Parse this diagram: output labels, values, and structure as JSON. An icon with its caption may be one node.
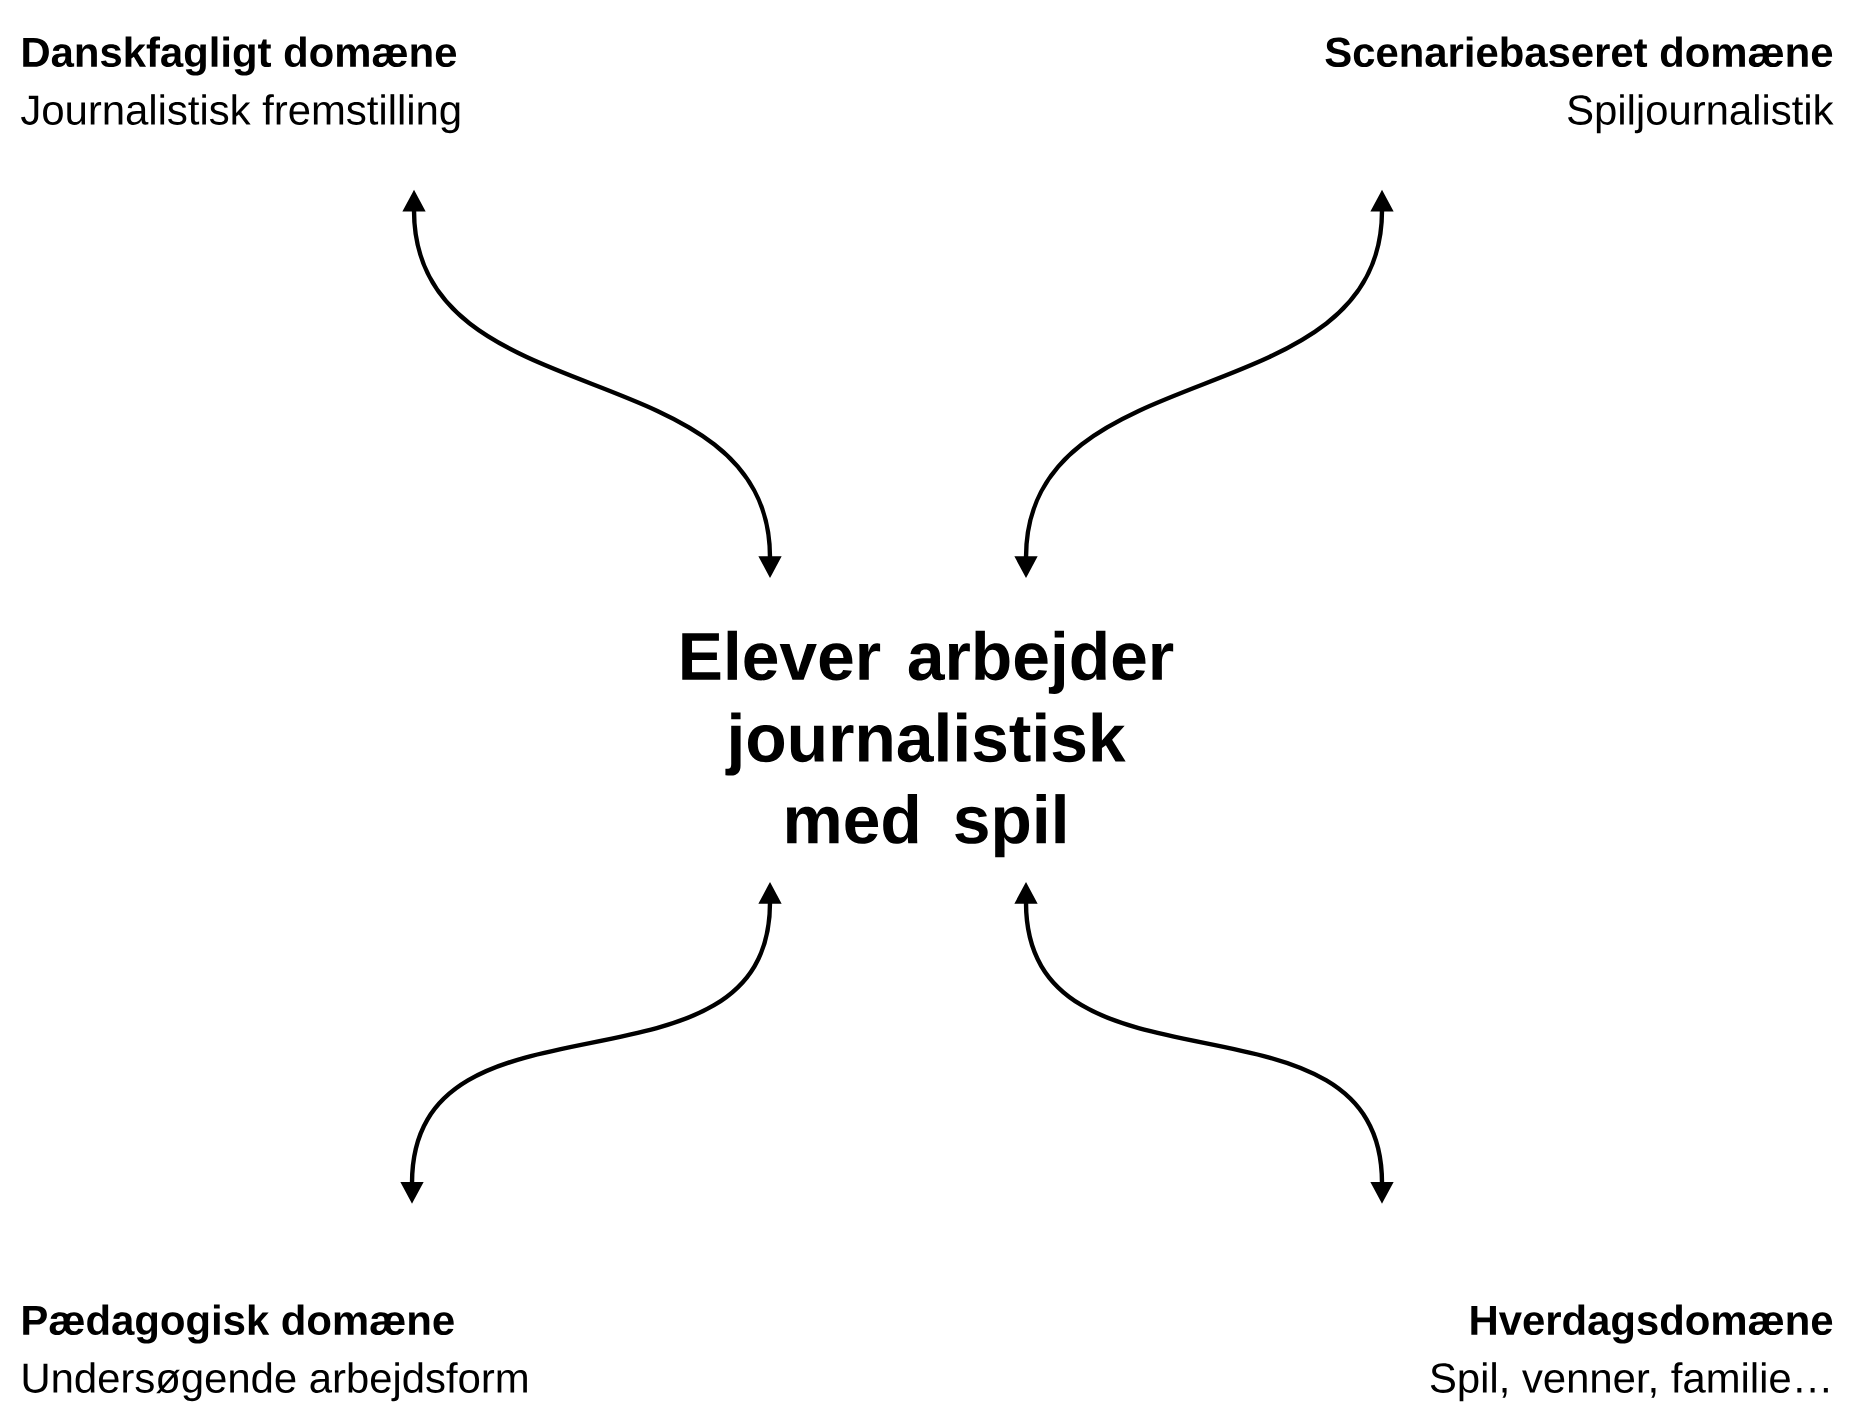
{
  "diagram": {
    "nodes": [
      {
        "text": [
          "Elever arbejder journalistisk med spil"
        ]
      },
      {
        "text": [
          "Danskfagligt domæne",
          "Journalistisk fremstilling"
        ]
      },
      {
        "text": [
          "Scenariebaseret domæne",
          "Spiljournalistik"
        ]
      },
      {
        "text": [
          "Pædagogisk domæne",
          "Undersøgende arbejdsform"
        ]
      },
      {
        "text": [
          "Hverdagsdomæne",
          "Spil, venner, familie…"
        ]
      }
    ],
    "edges": [
      {
        "from": 0,
        "to": 1,
        "arrow": "both"
      },
      {
        "from": 0,
        "to": 2,
        "arrow": "both"
      },
      {
        "from": 0,
        "to": 3,
        "arrow": "both"
      },
      {
        "from": 0,
        "to": 4,
        "arrow": "both"
      }
    ]
  }
}
